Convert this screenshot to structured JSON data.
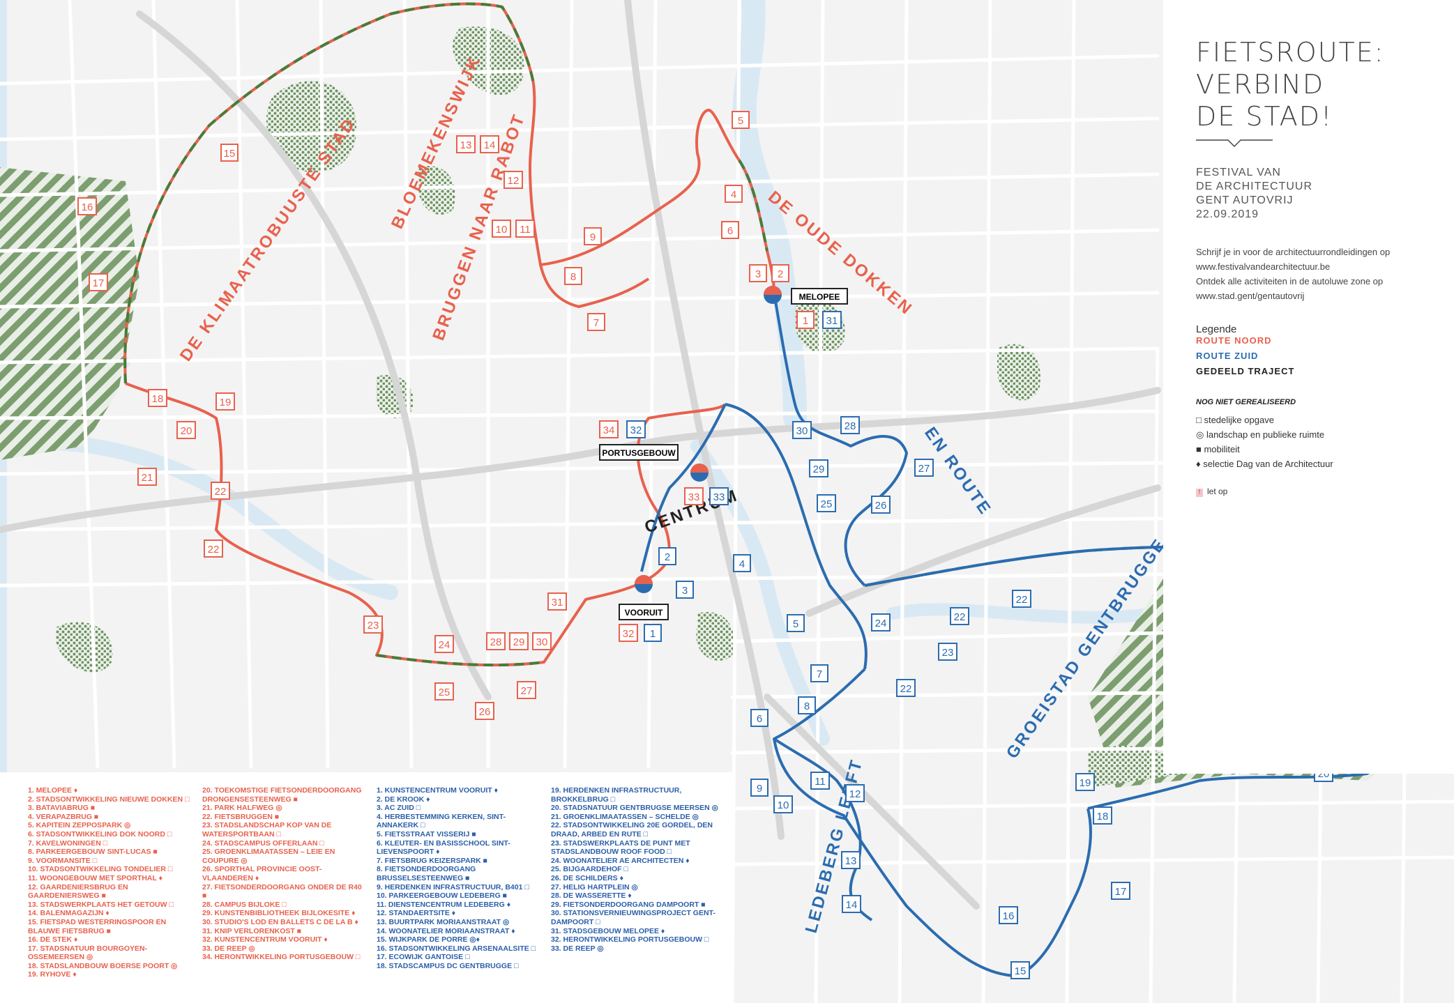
{
  "title": "FIETSROUTE:\nVERBIND\nDE STAD!",
  "subtitle": "FESTIVAL VAN\nDE ARCHITECTUUR\nGENT AUTOVRIJ\n22.09.2019",
  "info": "Schrijf je in voor de architectuurrondleidingen op\nwww.festivalvandearchitectuur.be\nOntdek alle activiteiten in de autoluwe zone op\nwww.stad.gent/gentautovrij",
  "legend": {
    "title": "Legende",
    "route_noord": "ROUTE NOORD",
    "route_zuid": "ROUTE ZUID",
    "gedeeld": "GEDEELD TRAJECT",
    "nog_niet": "NOG NIET GEREALISEERD",
    "items": "□ stedelijke opgave\n◎ landschap en publieke ruimte\n■ mobiliteit\n♦ selectie Dag van de Architectuur",
    "let_op": "let op"
  },
  "colors": {
    "noord": "#e8614d",
    "zuid": "#2b6cb0",
    "gedeeld": "#4a7a3a",
    "water": "#dcebf5",
    "green": "#7a9d6e"
  },
  "districts": {
    "bloemekenswijk": "BLOEMEKENSWIJK",
    "klimaat": "DE KLIMAATROBUUSTE STAD",
    "bruggen": "BRUGGEN NAAR RABOT",
    "oude_dokken": "DE OUDE DOKKEN",
    "centrum": "CENTRUM",
    "en_route": "EN ROUTE",
    "gentbrugge": "GROEISTAD GENTBRUGGE",
    "ledeberg": "LEDEBERG LEEFT"
  },
  "stops": {
    "melopee": "MELOPEE",
    "portusgebouw": "PORTUSGEBOUW",
    "vooruit": "VOORUIT"
  },
  "list_noord_1": [
    "1. MELOPEE ♦",
    "2. STADSONTWIKKELING NIEUWE DOKKEN □",
    "3. BATAVIABRUG ■",
    "4. VERAPAZBRUG ■",
    "5. KAPITEIN ZEPPOSPARK ◎",
    "6. STADSONTWIKKELING DOK NOORD □",
    "7. KAVELWONINGEN □",
    "8. PARKEERGEBOUW SINT-LUCAS ■",
    "9. VOORMANSITE □",
    "10. STADSONTWIKKELING TONDELIER □",
    "11. WOONGEBOUW MET SPORTHAL ♦",
    "12. GAARDENIERSBRUG EN GAARDENIERSWEG ■",
    "13. STADSWERKPLAATS HET GETOUW □",
    "14. BALENMAGAZIJN ♦",
    "15. FIETSPAD WESTERRINGSPOOR EN BLAUWE FIETSBRUG ■",
    "16. DE STEK ♦",
    "17. STADSNATUUR BOURGOYEN-OSSEMEERSEN ◎",
    "18. STADSLANDBOUW BOERSE POORT ◎",
    "19. RYHOVE ♦"
  ],
  "list_noord_2": [
    "20. TOEKOMSTIGE FIETSONDERDOORGANG DRONGENSESTEENWEG ■",
    "21. PARK HALFWEG ◎",
    "22. FIETSBRUGGEN ■",
    "23. STADSLANDSCHAP KOP VAN DE WATERSPORTBAAN □",
    "24. STADSCAMPUS OFFERLAAN □",
    "25. GROENKLIMAATASSEN – LEIE EN COUPURE ◎",
    "26. SPORTHAL PROVINCIE OOST-VLAANDEREN ♦",
    "27. FIETSONDERDOORGANG ONDER DE R40 ■",
    "28. CAMPUS BIJLOKE □",
    "29. KUNSTENBIBLIOTHEEK BIJLOKESITE ♦",
    "30. STUDIO'S LOD EN BALLETS C DE LA B ♦",
    "31. KNIP VERLORENKOST ■",
    "32. KUNSTENCENTRUM VOORUIT ♦",
    "33. DE REEP ◎",
    "34. HERONTWIKKELING PORTUSGEBOUW □"
  ],
  "list_zuid_1": [
    "1. KUNSTENCENTRUM VOORUIT ♦",
    "2. DE KROOK ♦",
    "3. AC ZUID □",
    "4. HERBESTEMMING KERKEN, SINT-ANNAKERK □",
    "5. FIETSSTRAAT VISSERIJ ■",
    "6. KLEUTER- EN BASISSCHOOL SINT-LIEVENSPOORT ♦",
    "7. FIETSBRUG KEIZERSPARK ■",
    "8. FIETSONDERDOORGANG BRUSSELSESTEENWEG ■",
    "9. HERDENKEN INFRASTRUCTUUR, B401 □",
    "10. PARKEERGEBOUW LEDEBERG ■",
    "11. DIENSTENCENTRUM LEDEBERG ♦",
    "12. STANDAERTSITE ♦",
    "13. BUURTPARK MORIAANSTRAAT ◎",
    "14. WOONATELIER MORIAANSTRAAT ♦",
    "15. WIJKPARK DE PORRE ◎♦",
    "16. STADSONTWIKKELING ARSENAALSITE □",
    "17. ECOWIJK GANTOISE □",
    "18. STADSCAMPUS DC GENTBRUGGE □"
  ],
  "list_zuid_2": [
    "19. HERDENKEN INFRASTRUCTUUR, BROKKELBRUG □",
    "20. STADSNATUUR GENTBRUGSE MEERSEN ◎",
    "21. GROENKLIMAATASSEN – SCHELDE ◎",
    "22. STADSONTWIKKELING 20E GORDEL, DEN DRAAD, ARBED EN RUTE □",
    "23. STADSWERKPLAATS DE PUNT MET STADSLANDBOUW ROOF FOOD □",
    "24. WOONATELIER AE ARCHITECTEN ♦",
    "25. BIJGAARDEHOF □",
    "26. DE SCHILDERS ♦",
    "27. HELIG HARTPLEIN ◎",
    "28. DE WASSERETTE ♦",
    "29. FIETSONDERDOORGANG DAMPOORT ■",
    "30. STATIONSVERNIEUWINGSPROJECT GENT-DAMPOORT □",
    "31. STADSGEBOUW MELOPEE ♦",
    "32. HERONTWIKKELING PORTUSGEBOUW □",
    "33. DE REEP ◎"
  ]
}
